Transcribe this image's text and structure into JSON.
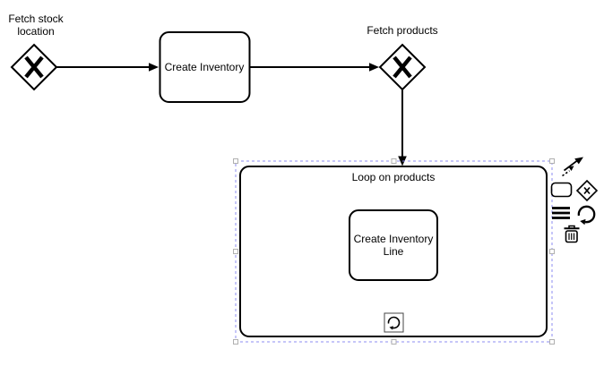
{
  "diagram": {
    "type": "bpmn-process",
    "nodes": {
      "fetch_stock_location": {
        "type": "exclusive-gateway",
        "label": "Fetch stock location"
      },
      "create_inventory": {
        "type": "task",
        "label": "Create Inventory"
      },
      "fetch_products": {
        "type": "exclusive-gateway",
        "label": "Fetch products"
      },
      "loop_on_products": {
        "type": "subprocess-expanded",
        "label": "Loop on products",
        "selected": true,
        "marker": "loop"
      },
      "create_inventory_line": {
        "type": "task",
        "label": "Create Inventory Line"
      }
    },
    "flows": [
      {
        "from": "fetch_stock_location",
        "to": "create_inventory"
      },
      {
        "from": "create_inventory",
        "to": "fetch_products"
      },
      {
        "from": "fetch_products",
        "to": "loop_on_products"
      }
    ]
  },
  "context_pad": {
    "items": [
      {
        "name": "connect",
        "icon": "connect-arrows-icon"
      },
      {
        "name": "append-task",
        "icon": "task-shape-icon"
      },
      {
        "name": "append-gateway",
        "icon": "gateway-shape-icon"
      },
      {
        "name": "menu",
        "icon": "hamburger-icon"
      },
      {
        "name": "toggle-loop",
        "icon": "circular-arrow-icon"
      },
      {
        "name": "delete",
        "icon": "trash-icon"
      }
    ]
  },
  "colors": {
    "stroke": "#000000",
    "background": "#ffffff",
    "selection": "#8c8cf0",
    "handle_fill": "#fefefe",
    "handle_stroke": "#b0b0b0"
  }
}
